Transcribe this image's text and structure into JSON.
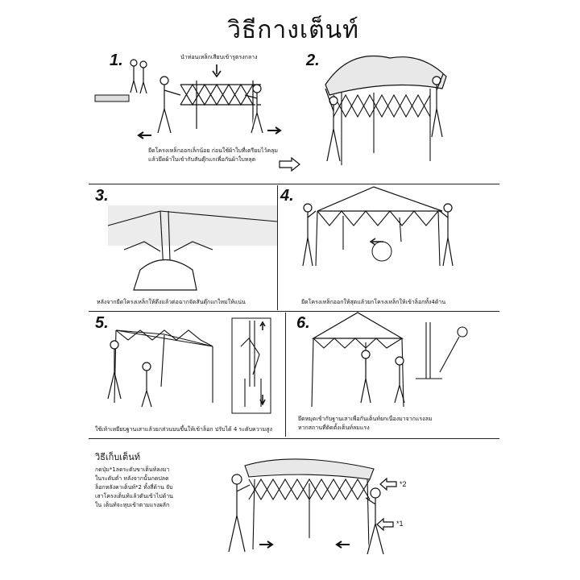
{
  "title": "วิธีกางเต็นท์",
  "steps": {
    "s1": {
      "num": "1.",
      "top_note": "นำท่อนเหล็กเสียบเข้ารูตรงกลาง",
      "caption": "ยืดโครงเหล็กออกเล็กน้อย ก่อนใช้ผ้าใบที่เตรียมไว้คลุม\nแล้วยึดผ้าใบเข้ากับสันตุ๊กแกเพื่อกันผ้าใบหลุด"
    },
    "s2": {
      "num": "2."
    },
    "s3": {
      "num": "3.",
      "caption": "หลังจากยืดโครงเหล็กให้ตึงแล้วต่อฉากจัดสันตุ๊กแกใหม่ให้แน่น"
    },
    "s4": {
      "num": "4.",
      "caption": "ยืดโครงเหล็กออกให้สุดแล้วยกโครงเหล็กให้เข้าล็อกทั้ง4ด้าน"
    },
    "s5": {
      "num": "5.",
      "caption": "ใช้เท้าเหยียบฐานเสาแล้วยกส่วนบนขึ้นให้เข้าล็อก ปรับได้ 4 ระดับความสูง"
    },
    "s6": {
      "num": "6.",
      "caption": "ยึดหมุดเข้ากับฐานเสาเพื่อกันเต็นท์ยกเนื่องมาจากแรงลม\nหากสถานที่ติดตั้งเต็นท์ลมแรง"
    }
  },
  "fold": {
    "heading": "วิธีเก็บเต็นท์",
    "text": "กดปุ่ม*1ลดระดับขาเต็นท์ลงมา\nในระดับต่ำ หลังจากนั้นกดปลด\nล็อกหลังคาเต็นท์*2 ทั้งสี่ด้าน จับ\nเสาโครงเต็นท์แล้วดันเข้าไปด้าน\nใน เต็นท์จะหุบเข้าตามแรงผลัก",
    "mark2": "*2",
    "mark1": "*1"
  }
}
